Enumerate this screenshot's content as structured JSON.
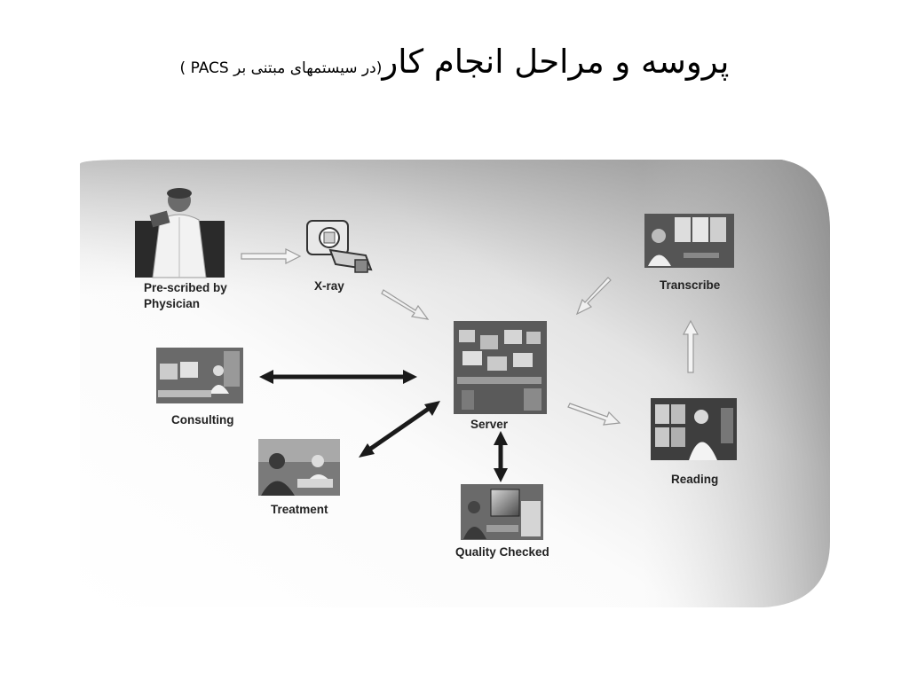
{
  "title": {
    "main": "پروسه و مراحل انجام کار",
    "sub": "(در سیستمهای مبتنی بر PACS )"
  },
  "nodes": {
    "physician": {
      "label_line1": "Pre-scribed by",
      "label_line2": "Physician"
    },
    "xray": {
      "label": "X-ray"
    },
    "server": {
      "label": "Server"
    },
    "transcribe": {
      "label": "Transcribe"
    },
    "consulting": {
      "label": "Consulting"
    },
    "treatment": {
      "label": "Treatment"
    },
    "quality": {
      "label": "Quality Checked"
    },
    "reading": {
      "label": "Reading"
    }
  }
}
